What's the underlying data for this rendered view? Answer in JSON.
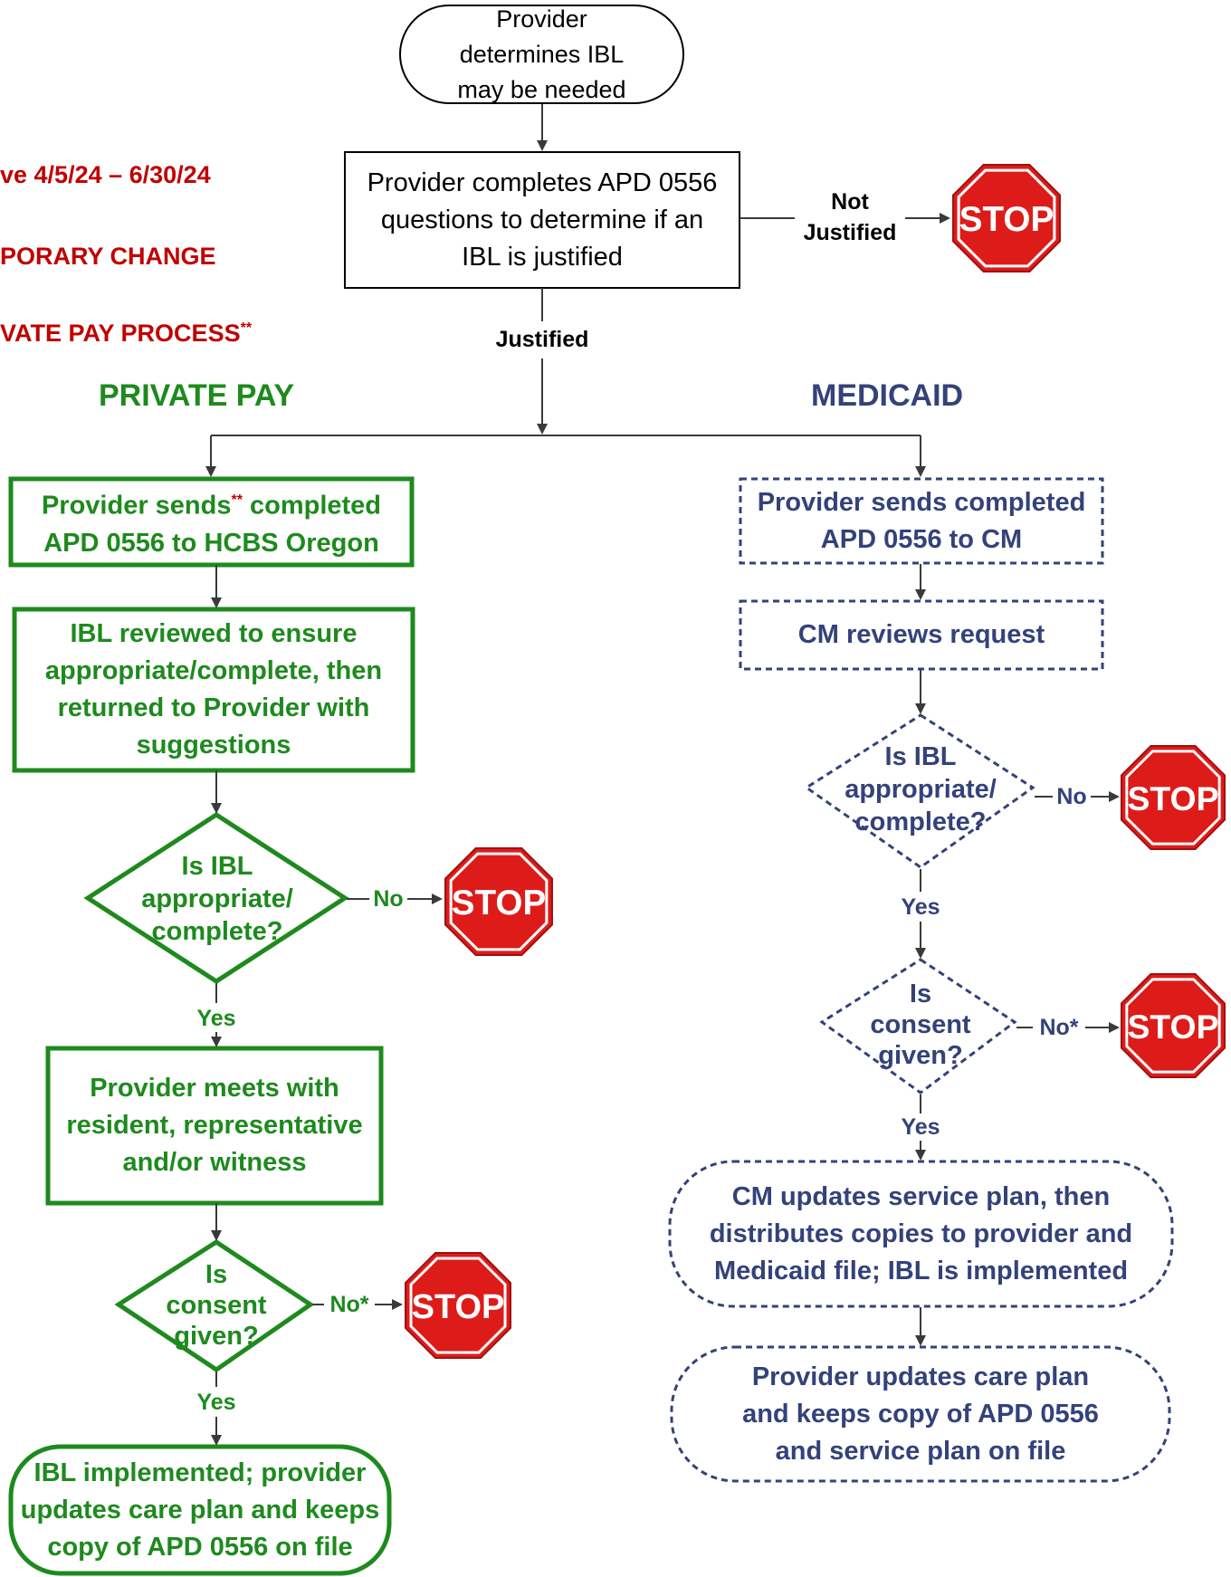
{
  "notice": {
    "effective": "ve 4/5/24 – 6/30/24",
    "line1": "PORARY CHANGE",
    "line2": "VATE PAY PROCESS",
    "marker": "**"
  },
  "headings": {
    "private_pay": "PRIVATE PAY",
    "medicaid": "MEDICAID"
  },
  "common": {
    "start": "Provider\ndetermines IBL\nmay be needed",
    "questions": "Provider completes APD 0556\nquestions to determine if an\nIBL is justified",
    "not_justified": "Not\nJustified",
    "justified": "Justified",
    "stop": "STOP"
  },
  "private_pay": {
    "send_prefix": "Provider sends",
    "send_marker": "**",
    "send_suffix": " completed",
    "send_line2": "APD 0556 to HCBS Oregon",
    "review": "IBL reviewed to ensure\nappropriate/complete, then\nreturned to Provider with\nsuggestions",
    "decision1": "Is IBL\nappropriate/\ncomplete?",
    "no1": "No",
    "yes1": "Yes",
    "meet": "Provider meets with\nresident, representative\nand/or witness",
    "decision2": "Is\nconsent\ngiven?",
    "no2": "No*",
    "yes2": "Yes",
    "end": "IBL implemented; provider\nupdates care plan and keeps\ncopy of APD 0556 on file"
  },
  "medicaid": {
    "send": "Provider sends completed\nAPD 0556 to CM",
    "review": "CM reviews request",
    "decision1": "Is IBL\nappropriate/\ncomplete?",
    "no1": "No",
    "yes1": "Yes",
    "decision2": "Is\nconsent\ngiven?",
    "no2": "No*",
    "yes2": "Yes",
    "update": "CM updates service plan, then\ndistributes copies to provider and\nMedicaid file; IBL is implemented",
    "end": "Provider updates care plan\nand keeps copy of APD 0556\nand service plan on file"
  },
  "colors": {
    "green": "#1e8a1e",
    "blue": "#34427a",
    "red": "#c00000",
    "stop_fill": "#dd1c1a",
    "connector": "#3a3a3a"
  }
}
